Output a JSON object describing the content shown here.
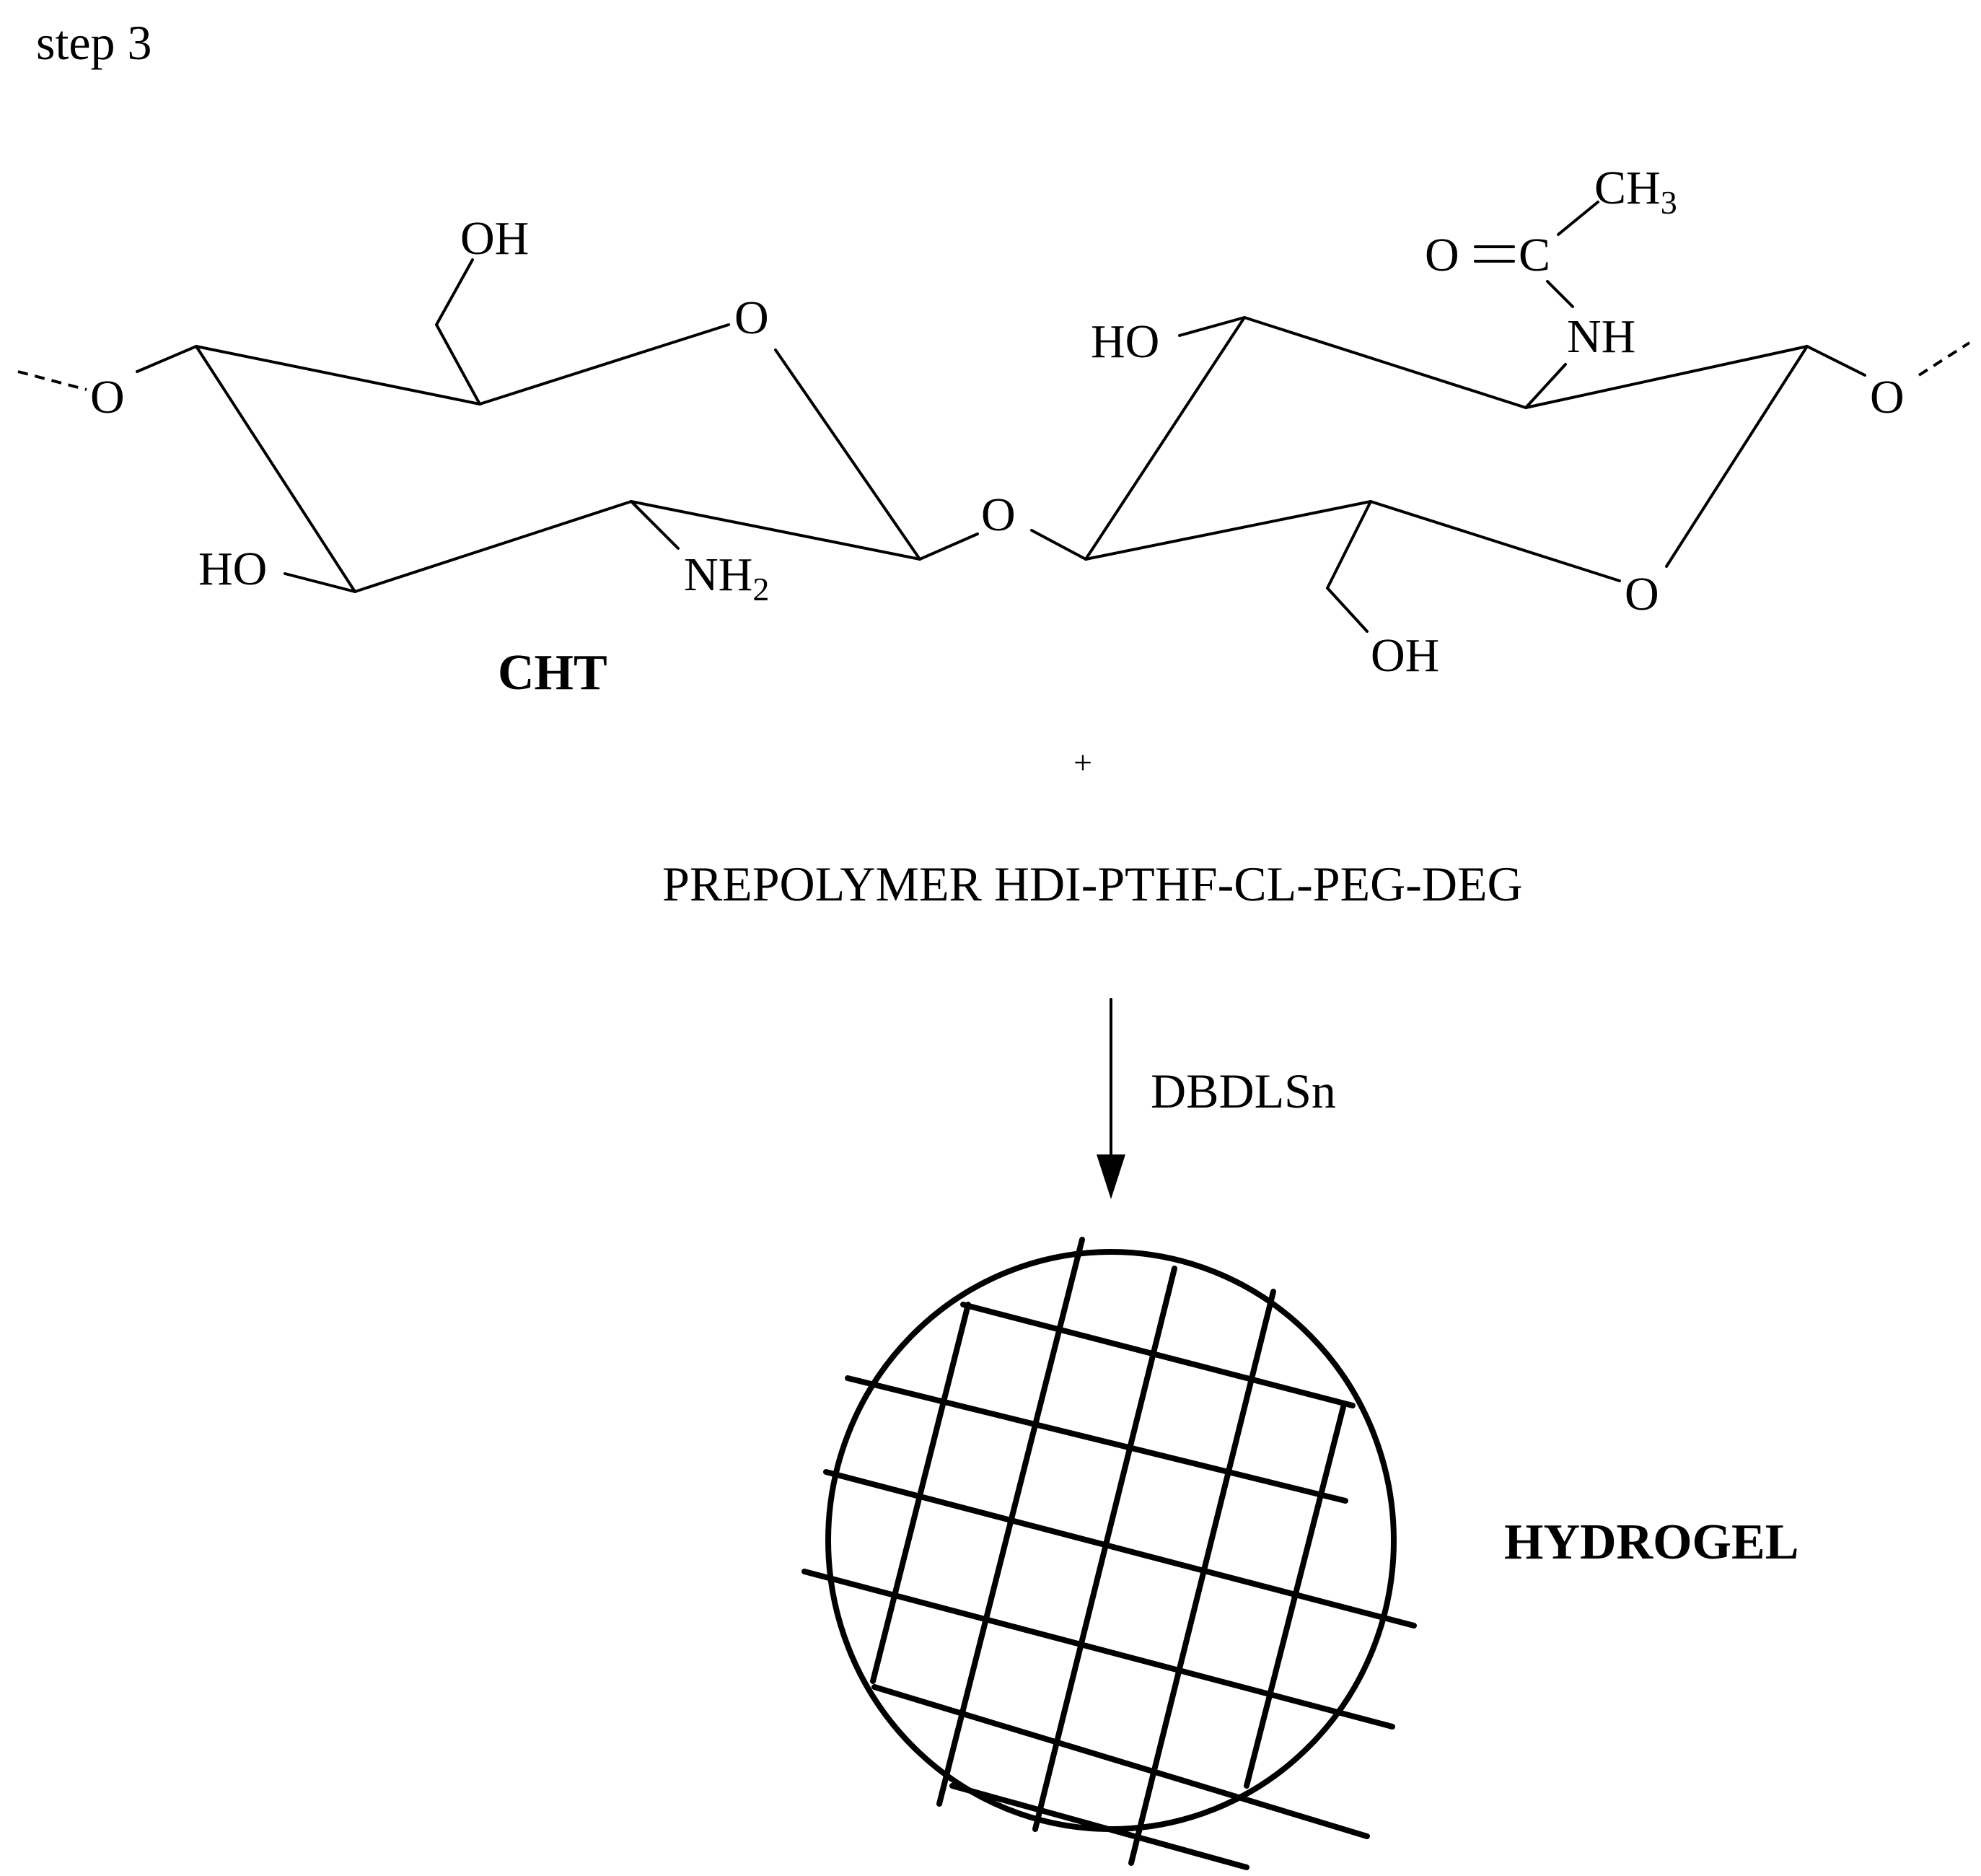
{
  "step_label": "step 3",
  "atoms": {
    "o_left_terminal": "O",
    "o_ring_left": "O",
    "o_glyco": "O",
    "o_ring_right": "O",
    "o_right_terminal": "O",
    "oh_top_left": "OH",
    "ho_bottom_left": "HO",
    "nh2": "NH",
    "nh2_sub": "2",
    "ho_top_right": "HO",
    "oh_bottom_right": "OH",
    "nh": "NH",
    "carbonyl_o": "O",
    "carbonyl_c": "C",
    "ch3": "CH",
    "ch3_sub": "3"
  },
  "reactant_1": "CHT",
  "plus_sign": "+",
  "reactant_2": "PREPOLYMER HDI-PTHF-CL-PEG-DEG",
  "catalyst": "DBDLSn",
  "product": "HYDROGEL"
}
